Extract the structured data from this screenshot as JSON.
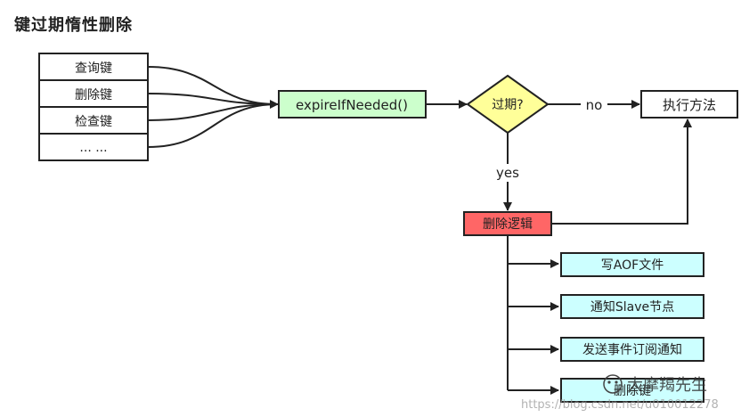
{
  "title": "键过期惰性删除",
  "inputs": [
    "查询键",
    "删除键",
    "检查键",
    "... ..."
  ],
  "expire_node": "expireIfNeeded()",
  "decision": "过期?",
  "edge_no": "no",
  "edge_yes": "yes",
  "execute_node": "执行方法",
  "delete_logic_node": "删除逻辑",
  "actions": [
    "写AOF文件",
    "通知Slave节点",
    "发送事件订阅通知",
    "删除键"
  ],
  "colors": {
    "expire_fill": "#ccffcc",
    "decision_fill": "#ffff99",
    "delete_fill": "#ff6666",
    "action_fill": "#ccffff",
    "stroke": "#222222"
  },
  "watermark": {
    "brand": "大摩羯先生",
    "url": "https://blog.csdn.net/u010012278"
  }
}
